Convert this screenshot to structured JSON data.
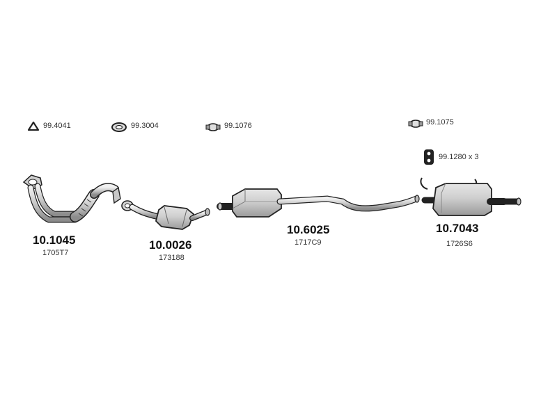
{
  "accessories": {
    "gasket_triangle": {
      "code": "99.4041",
      "icon": "triangle-gasket-icon"
    },
    "gasket_ring": {
      "code": "99.3004",
      "icon": "ring-gasket-icon"
    },
    "clamp_a": {
      "code": "99.1076",
      "icon": "clamp-icon"
    },
    "clamp_b": {
      "code": "99.1075",
      "icon": "clamp-icon"
    },
    "rubber_mount": {
      "code": "99.1280 x 3",
      "icon": "rubber-mount-icon"
    }
  },
  "parts": [
    {
      "number": "10.1045",
      "sub": "1705T7",
      "name": "front-pipe"
    },
    {
      "number": "10.0026",
      "sub": "173188",
      "name": "catalytic-converter"
    },
    {
      "number": "10.6025",
      "sub": "1717C9",
      "name": "middle-silencer"
    },
    {
      "number": "10.7043",
      "sub": "1726S6",
      "name": "rear-silencer"
    }
  ],
  "colors": {
    "line": "#222222",
    "fill": "#d4d4d4",
    "shade": "#a8a8a8"
  }
}
